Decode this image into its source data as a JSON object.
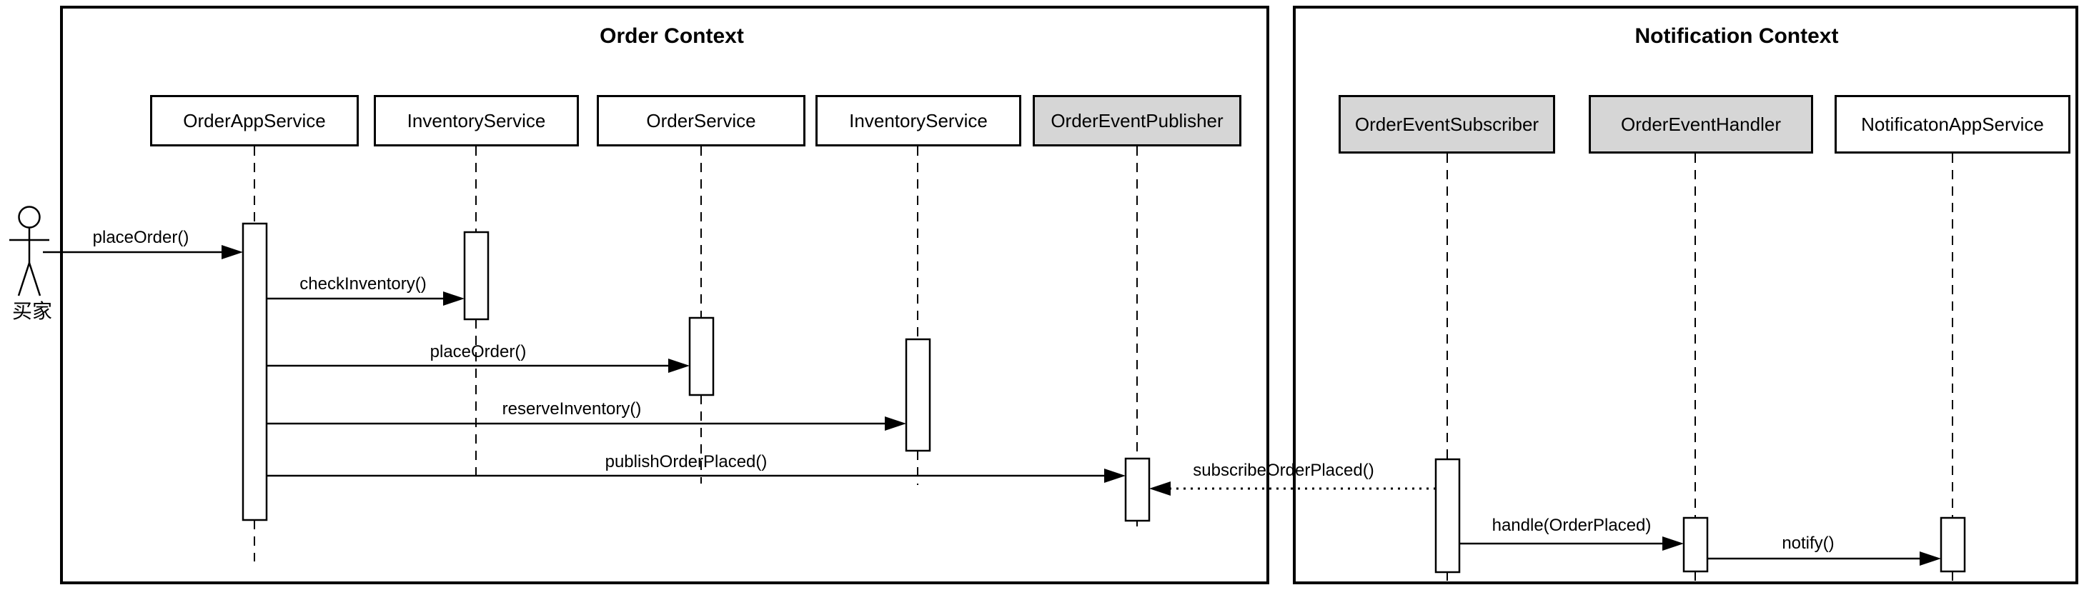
{
  "diagram": {
    "type": "uml-sequence-diagram",
    "background": "#ffffff",
    "line_color": "#000000",
    "event_box_fill": "#d6d6d6",
    "plain_box_fill": "#ffffff"
  },
  "actor": {
    "label": "买家"
  },
  "order_context": {
    "title": "Order Context",
    "participants": [
      {
        "label": "OrderAppService",
        "variant": "plain"
      },
      {
        "label": "InventoryService",
        "variant": "plain"
      },
      {
        "label": "OrderService",
        "variant": "plain"
      },
      {
        "label": "InventoryService",
        "variant": "plain"
      },
      {
        "label": "OrderEventPublisher",
        "variant": "event"
      }
    ]
  },
  "notification_context": {
    "title": "Notification Context",
    "participants": [
      {
        "label": "OrderEventSubscriber",
        "variant": "event"
      },
      {
        "label": "OrderEventHandler",
        "variant": "event"
      },
      {
        "label": "NotificatonAppService",
        "variant": "plain"
      }
    ]
  },
  "messages": [
    {
      "label": "placeOrder()",
      "from": "买家",
      "to": "OrderAppService",
      "line": "solid"
    },
    {
      "label": "checkInventory()",
      "from": "OrderAppService",
      "to": "InventoryService",
      "line": "solid"
    },
    {
      "label": "placeOrder()",
      "from": "OrderAppService",
      "to": "OrderService",
      "line": "solid"
    },
    {
      "label": "reserveInventory()",
      "from": "OrderAppService",
      "to": "InventoryService",
      "line": "solid"
    },
    {
      "label": "publishOrderPlaced()",
      "from": "OrderAppService",
      "to": "OrderEventPublisher",
      "line": "solid"
    },
    {
      "label": "subscribeOrderPlaced()",
      "from": "OrderEventSubscriber",
      "to": "OrderEventPublisher",
      "line": "dotted"
    },
    {
      "label": "handle(OrderPlaced)",
      "from": "OrderEventSubscriber",
      "to": "OrderEventHandler",
      "line": "solid"
    },
    {
      "label": "notify()",
      "from": "OrderEventHandler",
      "to": "NotificatonAppService",
      "line": "solid"
    }
  ]
}
